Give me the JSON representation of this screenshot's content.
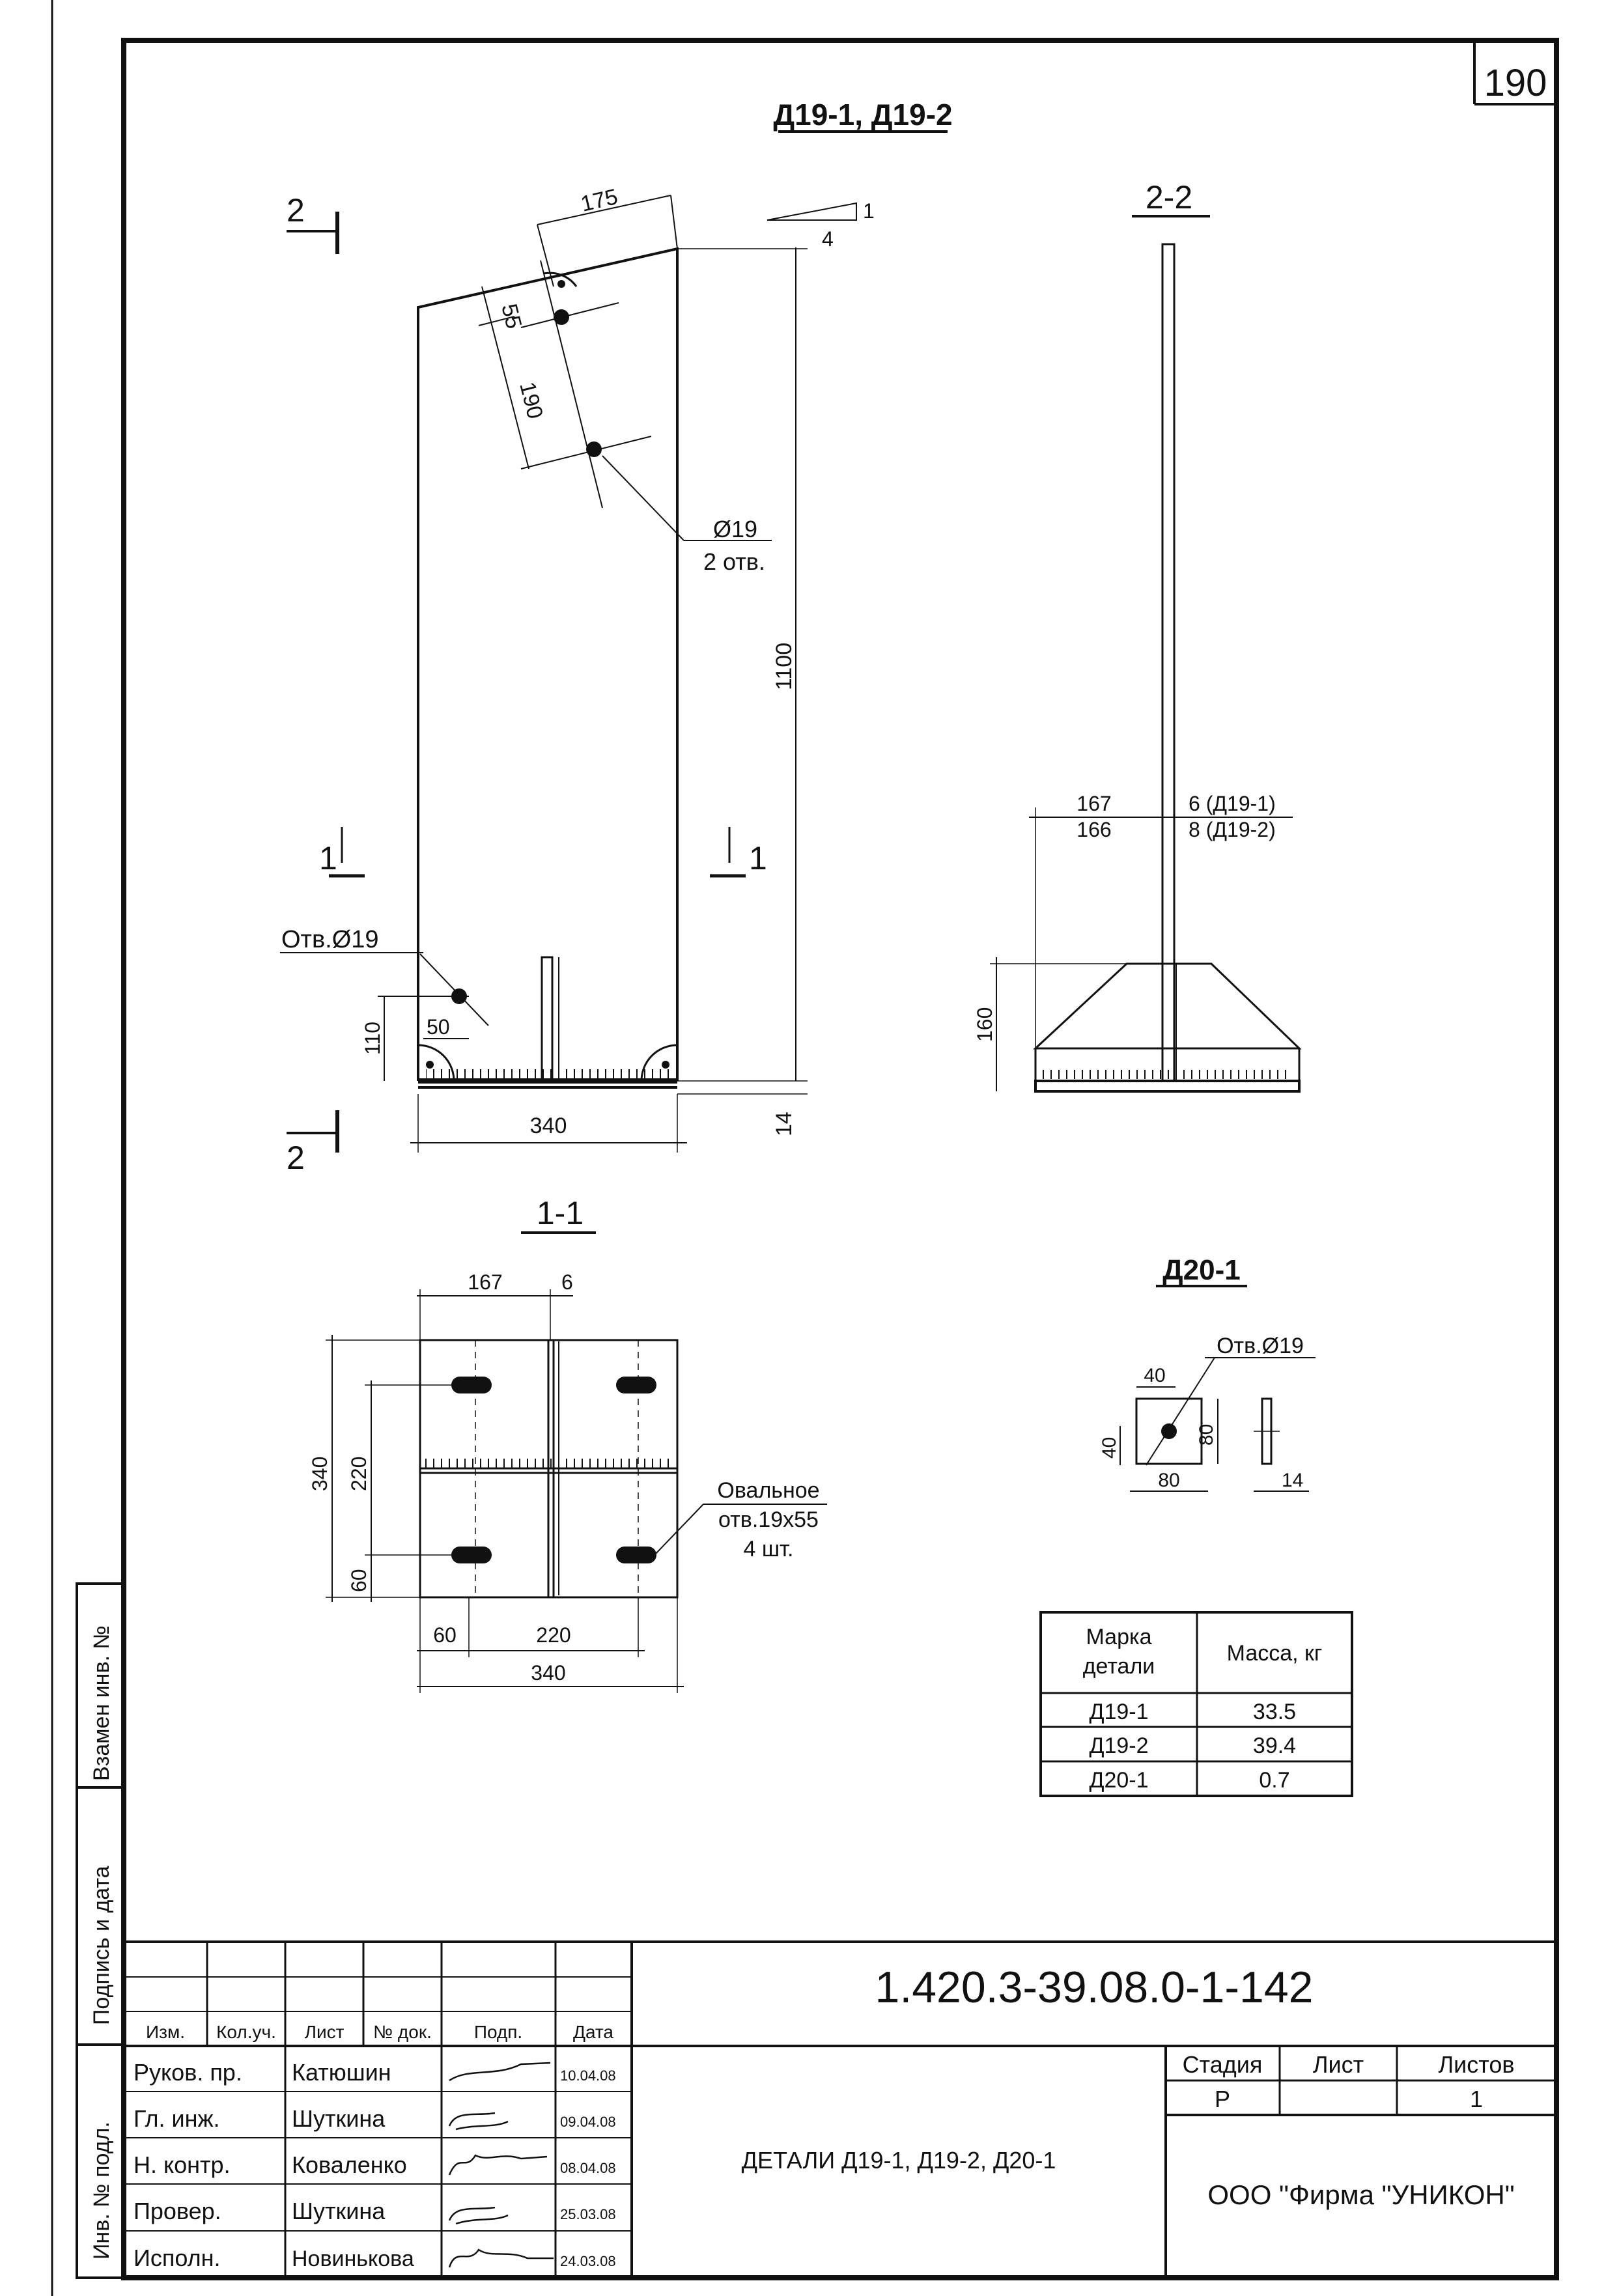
{
  "sheet_number": "190",
  "d19": {
    "title": "Д19-1, Д19-2",
    "section_22": "2-2",
    "section_11": "1-1",
    "cut_2": "2",
    "cut_1": "1",
    "dim_175": "175",
    "slope_1": "1",
    "slope_4": "4",
    "dim_55": "55",
    "dim_190": "190",
    "hole_d19": "Ø19",
    "holes_2": "2 отв.",
    "dim_1100": "1100",
    "hole_label": "Отв.Ø19",
    "dim_50": "50",
    "dim_110": "110",
    "dim_340": "340",
    "dim_14": "14",
    "dim_167": "167",
    "dim_166": "166",
    "dim_6": "6 (Д19-1)",
    "dim_8": "8 (Д19-2)",
    "dim_160": "160"
  },
  "s11": {
    "dim_167": "167",
    "dim_6": "6",
    "dim_340v": "340",
    "dim_220v": "220",
    "dim_60v": "60",
    "dim_60h": "60",
    "dim_220h": "220",
    "dim_340h": "340",
    "oval_1": "Овальное",
    "oval_2": "отв.19x55",
    "oval_3": "4 шт."
  },
  "d20": {
    "title": "Д20-1",
    "hole": "Отв.Ø19",
    "dim_40a": "40",
    "dim_40b": "40",
    "dim_80h": "80",
    "dim_80v": "80",
    "dim_14": "14"
  },
  "mass_table": {
    "header_mark_1": "Марка",
    "header_mark_2": "детали",
    "header_mass": "Масса, кг",
    "rows": [
      {
        "mark": "Д19-1",
        "mass": "33.5"
      },
      {
        "mark": "Д19-2",
        "mass": "39.4"
      },
      {
        "mark": "Д20-1",
        "mass": "0.7"
      }
    ]
  },
  "side_stamp": {
    "vzamen": "Взамен инв. №",
    "podpis": "Подпись и дата",
    "inv": "Инв. № подл."
  },
  "title_block": {
    "code": "1.420.3-39.08.0-1-142",
    "headers": [
      "Изм.",
      "Кол.уч.",
      "Лист",
      "№ док.",
      "Подп.",
      "Дата"
    ],
    "people": [
      {
        "role": "Руков. пр.",
        "name": "Катюшин",
        "date": "10.04.08"
      },
      {
        "role": "Гл. инж.",
        "name": "Шуткина",
        "date": "09.04.08"
      },
      {
        "role": "Н. контр.",
        "name": "Коваленко",
        "date": "08.04.08"
      },
      {
        "role": "Провер.",
        "name": "Шуткина",
        "date": "25.03.08"
      },
      {
        "role": "Исполн.",
        "name": "Новинькова",
        "date": "24.03.08"
      }
    ],
    "description": "ДЕТАЛИ Д19-1, Д19-2, Д20-1",
    "stage_label": "Стадия",
    "sheet_label": "Лист",
    "sheets_label": "Листов",
    "stage": "Р",
    "sheet": "",
    "sheets": "1",
    "company": "ООО  \"Фирма \"УНИКОН\""
  }
}
